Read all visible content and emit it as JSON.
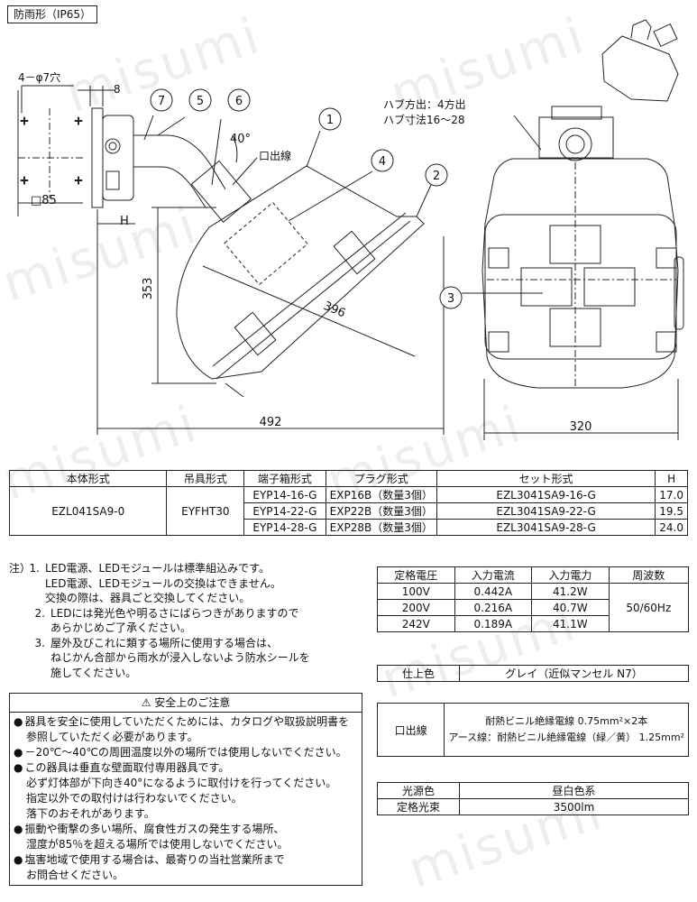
{
  "title_label": "防雨形（IP65）",
  "watermark": "misumi",
  "drawing": {
    "holes": "4－φ7穴",
    "dim_8": "8",
    "square": "□85",
    "h": "H",
    "dim_353": "353",
    "dim_396": "396",
    "dim_492": "492",
    "dim_320": "320",
    "angle": "40°",
    "lead": "口出線",
    "hub_dir": "ハブ方出：4方出",
    "hub_size": "ハブ寸法16～28",
    "callouts": [
      "1",
      "2",
      "3",
      "4",
      "5",
      "6",
      "7"
    ]
  },
  "model_table": {
    "headers": [
      "本体形式",
      "吊具形式",
      "端子箱形式",
      "プラグ形式",
      "セット形式",
      "H"
    ],
    "body_model": "EZL041SA9-0",
    "hanger": "EYFHT30",
    "rows": [
      {
        "terminal": "EYP14-16-G",
        "plug": "EXP16B（数量3個）",
        "set": "EZL3041SA9-16-G",
        "h": "17.0"
      },
      {
        "terminal": "EYP14-22-G",
        "plug": "EXP22B（数量3個）",
        "set": "EZL3041SA9-22-G",
        "h": "19.5"
      },
      {
        "terminal": "EYP14-28-G",
        "plug": "EXP28B（数量3個）",
        "set": "EZL3041SA9-28-G",
        "h": "24.0"
      }
    ]
  },
  "notes": {
    "prefix": "注）",
    "items": [
      {
        "num": "1.",
        "lines": [
          "LED電源、LEDモジュールは標準組込みです。",
          "LED電源、LEDモジュールの交換はできません。",
          "交換の際は、器具ごと交換してください。"
        ]
      },
      {
        "num": "2.",
        "lines": [
          "LEDには発光色や明るさにばらつきがありますので",
          "あらかじめご了承ください。"
        ]
      },
      {
        "num": "3.",
        "lines": [
          "屋外及びこれに類する場所に使用する場合は、",
          "ねじかん合部から雨水が浸入しないよう防水シールを",
          "施してください。"
        ]
      }
    ]
  },
  "safety": {
    "header": "安全上のご注意",
    "items": [
      [
        "器具を安全に使用していただくためには、カタログや取扱説明書を",
        "参照していただく必要があります。"
      ],
      [
        "－20℃～40℃の周囲温度以外の場所では使用しないでください。"
      ],
      [
        "この器具は垂直な壁面取付専用器具です。",
        "必ず灯体部が下向き40°になるように取付けを行ってください。",
        "指定以外での取付けは行わないでください。",
        "落下のおそれがあります。"
      ],
      [
        "振動や衝撃の多い場所、腐食性ガスの発生する場所、",
        "湿度が85％を超える場所では使用しないでください。"
      ],
      [
        "塩害地域で使用する場合は、最寄りの当社営業所まで",
        "お問合せください。"
      ]
    ]
  },
  "electrical": {
    "headers": [
      "定格電圧",
      "入力電流",
      "入力電力",
      "周波数"
    ],
    "rows": [
      {
        "voltage": "100V",
        "current": "0.442A",
        "power": "41.2W"
      },
      {
        "voltage": "200V",
        "current": "0.216A",
        "power": "40.7W"
      },
      {
        "voltage": "242V",
        "current": "0.189A",
        "power": "41.1W"
      }
    ],
    "frequency": "50/60Hz"
  },
  "finish": {
    "label": "仕上色",
    "value": "グレイ（近似マンセル N7）"
  },
  "lead_wire": {
    "label": "口出線",
    "line1": "耐熱ビニル絶縁電線 0.75mm²×2本",
    "line2": "アース線：耐熱ビニル絶縁電線（緑／黄） 1.25mm²"
  },
  "light": {
    "color_label": "光源色",
    "color_value": "昼白色系",
    "flux_label": "定格光束",
    "flux_value": "3500lm"
  }
}
